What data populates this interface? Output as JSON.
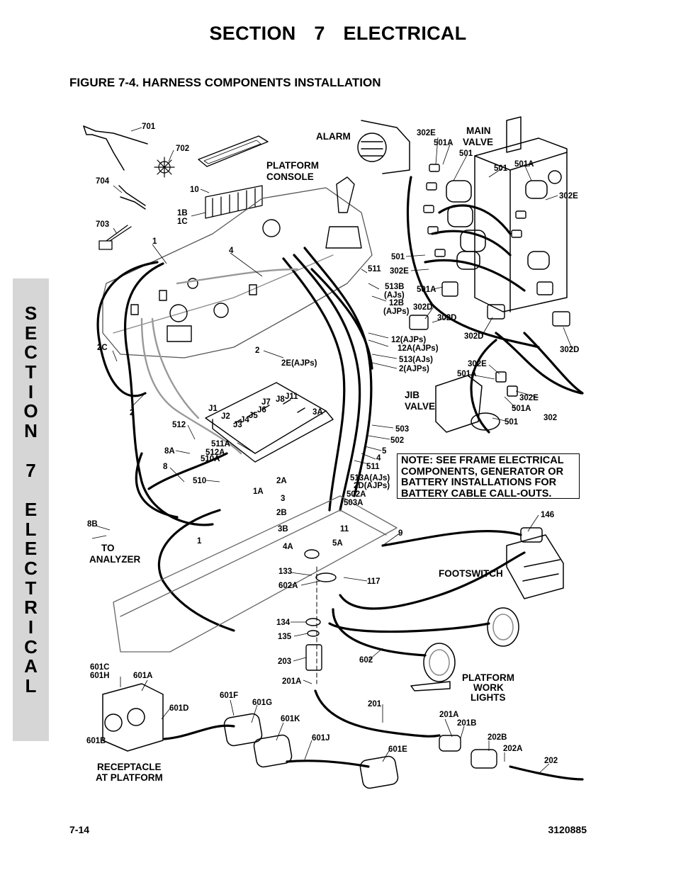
{
  "header": {
    "section": "SECTION 7",
    "title": "ELECTRICAL"
  },
  "figure_title": "FIGURE 7-4. HARNESS COMPONENTS INSTALLATION",
  "side_tab": {
    "letters": [
      "S",
      "E",
      "C",
      "T",
      "I",
      "O",
      "N",
      "",
      "7",
      "",
      "E",
      "L",
      "E",
      "C",
      "T",
      "R",
      "I",
      "C",
      "A",
      "L"
    ]
  },
  "note": {
    "lines": [
      "NOTE: SEE FRAME ELECTRICAL",
      "COMPONENTS, GENERATOR OR",
      "BATTERY INSTALLATIONS FOR",
      "BATTERY CABLE CALL-OUTS."
    ]
  },
  "labels": {
    "alarm": "ALARM",
    "main_valve_1": "MAIN",
    "main_valve_2": "VALVE",
    "platform_console_1": "PLATFORM",
    "platform_console_2": "CONSOLE",
    "jib_valve_1": "JIB",
    "jib_valve_2": "VALVE",
    "footswitch": "FOOTSWITCH",
    "work_lights_1": "PLATFORM",
    "work_lights_2": "WORK",
    "work_lights_3": "LIGHTS",
    "to_analyzer_1": "TO",
    "to_analyzer_2": "ANALYZER",
    "receptacle_1": "RECEPTACLE",
    "receptacle_2": "AT PLATFORM"
  },
  "callouts": {
    "c701": "701",
    "c702": "702",
    "c704": "704",
    "c703": "703",
    "c10": "10",
    "c1b": "1B",
    "c1c": "1C",
    "c1a": "1",
    "c4": "4",
    "c2c": "2C",
    "c2a": "2",
    "c2b": "2",
    "c2e": "2E(AJPs)",
    "c512": "512",
    "c8a": "8A",
    "c8": "8",
    "c510": "510",
    "c511a": "511A",
    "c512a": "512A",
    "c510a": "510A",
    "c1aa": "1A",
    "c2aa": "2A",
    "c3a": "3A",
    "cJ1": "J1",
    "cJ2": "J2",
    "cJ3": "J3",
    "cJ4": "J4",
    "cJ5": "J5",
    "cJ6": "J6",
    "cJ7": "J7",
    "cJ8": "J8",
    "cJ11": "J11",
    "c3": "3",
    "c2bb": "2B",
    "c3b": "3B",
    "c4a": "4A",
    "c11": "11",
    "c5a": "5A",
    "c133": "133",
    "c602a": "602A",
    "c117": "117",
    "c8b": "8B",
    "c1b2": "1",
    "c134": "134",
    "c135": "135",
    "c203": "203",
    "c201a": "201A",
    "c602": "602",
    "c9": "9",
    "c146": "146",
    "c201": "201",
    "c511": "511",
    "c513b_1": "513B",
    "c513b_2": "(AJs)",
    "c12b_1": "12B",
    "c12b_2": "(AJPs)",
    "c12": "12(AJPs)",
    "c12a": "12A(AJPs)",
    "c513": "513(AJs)",
    "c2ajps": "2(AJPs)",
    "c503": "503",
    "c502": "502",
    "c5": "5",
    "c4b": "4",
    "c511b": "511",
    "c513a": "513A(AJs)",
    "c2d": "2D(AJPs)",
    "c502a": "502A",
    "c503a": "503A",
    "c302e_1": "302E",
    "c501a_1": "501A",
    "c501_1": "501",
    "c501_2": "501",
    "c501a_2": "501A",
    "c302e_2": "302E",
    "c501_3": "501",
    "c302e_3": "302E",
    "c501a_3": "501A",
    "c302d_1": "302D",
    "c302d_2": "302D",
    "c302d_3": "302D",
    "c302d_4": "302D",
    "c302e_4": "302E",
    "c501a_4": "501A",
    "c302e_5": "302E",
    "c501a_5": "501A",
    "c501_4": "501",
    "c302": "302",
    "c601c": "601C",
    "c601h": "601H",
    "c601a": "601A",
    "c601d": "601D",
    "c601b": "601B",
    "c601f": "601F",
    "c601g": "601G",
    "c601k": "601K",
    "c601j": "601J",
    "c601e": "601E",
    "c201a2": "201A",
    "c201b": "201B",
    "c202b": "202B",
    "c202a": "202A",
    "c202": "202"
  },
  "footer": {
    "page": "7-14",
    "doc_number": "3120885"
  }
}
